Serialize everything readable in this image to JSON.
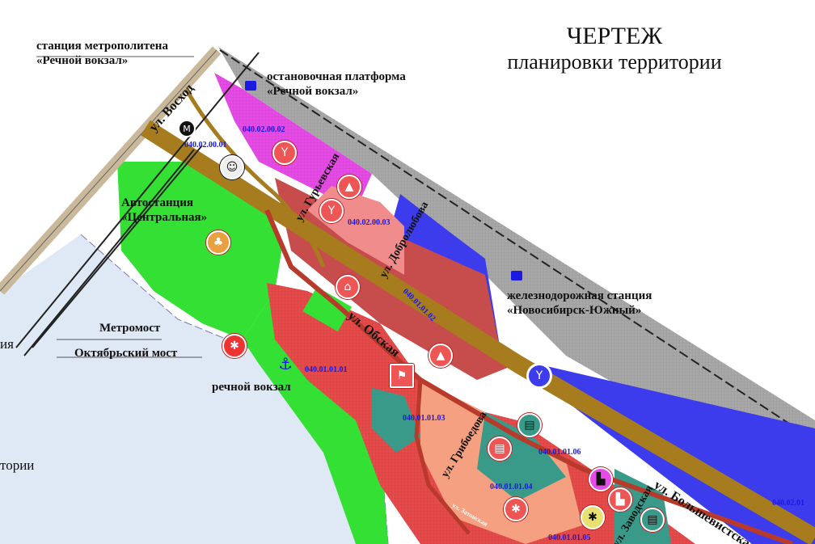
{
  "title": {
    "line1": "ЧЕРТЕЖ",
    "line2": "планировки территории"
  },
  "labels": {
    "metro_station": [
      "станция метрополитена",
      "«Речной вокзал»"
    ],
    "stop_platform": [
      "остановочная платформа",
      "«Речной вокзал»"
    ],
    "bus_station": [
      "Автостанция",
      "«Центральная»"
    ],
    "rail_station": [
      "железнодорожная станция",
      "«Новосибирск-Южный»"
    ],
    "metro_bridge": "Метромост",
    "oct_bridge": "Октябрьский мост",
    "river_station": "речной вокзал",
    "left_cut_1": "ия",
    "left_cut_2": "тории"
  },
  "streets": {
    "voskhod": "ул. Восход",
    "guryevskaya": "ул. Гурьевская",
    "dobrolyubova": "ул. Добролюбова",
    "obskaya": "ул. Обская",
    "griboedova": "ул. Грибоедова",
    "bolshevistskaya": "ул. Большевистская",
    "zavodskaya": "ул. Заводская",
    "zatonskaya": "ул. Затонская"
  },
  "zone_codes": [
    "040.02.00.01",
    "040.02.00.02",
    "040.02.00.03",
    "040.01.01.02",
    "040.01.01.01",
    "040.01.01.03",
    "040.01.01.06",
    "040.01.01.04",
    "040.01.01.05",
    "040.02.01"
  ],
  "icons": [
    "metro-icon",
    "theatre-icon",
    "admin-icon",
    "monument-icon",
    "tree-icon",
    "museum-icon",
    "sport-icon",
    "anchor-icon",
    "book-icon",
    "factory-icon",
    "bus-icon",
    "train-icon"
  ],
  "colors": {
    "road": "#a67c1e",
    "residential": "#e84a4a",
    "public": "#f08c8c",
    "park": "#33e033",
    "industrial": "#3a3ae8",
    "rail": "#a8a8a8",
    "river": "#dde8f5",
    "commercial": "#e84ae8",
    "school": "#3a9a8a",
    "mixed": "#f5a080"
  }
}
